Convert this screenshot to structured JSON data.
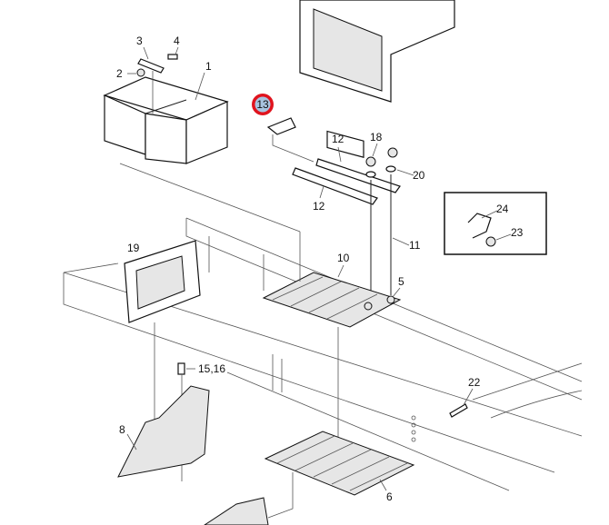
{
  "diagram": {
    "highlight_color": "#e0141e",
    "highlight_fill": "#a9c4e0",
    "callouts": {
      "c1": "1",
      "c2": "2",
      "c3": "3",
      "c4": "4",
      "c5": "5",
      "c6": "6",
      "c8": "8",
      "c10": "10",
      "c11": "11",
      "c12a": "12",
      "c12b": "12",
      "c13": "13",
      "c15_16": "15,16",
      "c18": "18",
      "c19": "19",
      "c20": "20",
      "c22": "22",
      "c23": "23",
      "c24": "24"
    }
  }
}
